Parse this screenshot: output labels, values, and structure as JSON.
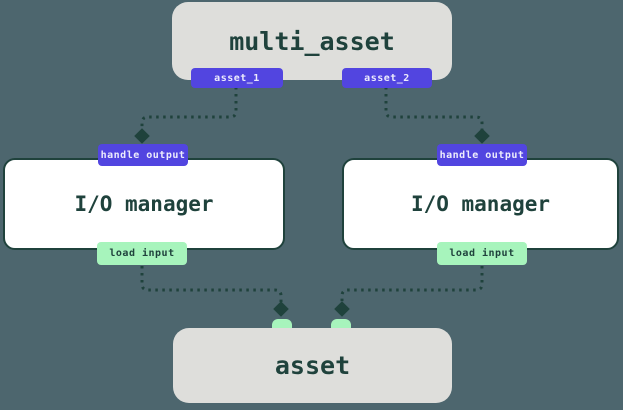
{
  "colors": {
    "background": "#4D666E",
    "box_gray": "#DEDEDB",
    "box_white": "#FFFFFF",
    "purple": "#5245E0",
    "mint": "#A7F4BC",
    "dark": "#1F423C",
    "badge_text_light": "#EDECFC"
  },
  "nodes": {
    "multi_asset": {
      "label": "multi_asset"
    },
    "io_manager": {
      "label": "I/O manager"
    },
    "asset": {
      "label": "asset"
    }
  },
  "badges": {
    "asset_1": {
      "label": "asset_1"
    },
    "asset_2": {
      "label": "asset_2"
    },
    "handle_output": {
      "label": "handle output"
    },
    "load_input": {
      "label": "load input"
    }
  }
}
